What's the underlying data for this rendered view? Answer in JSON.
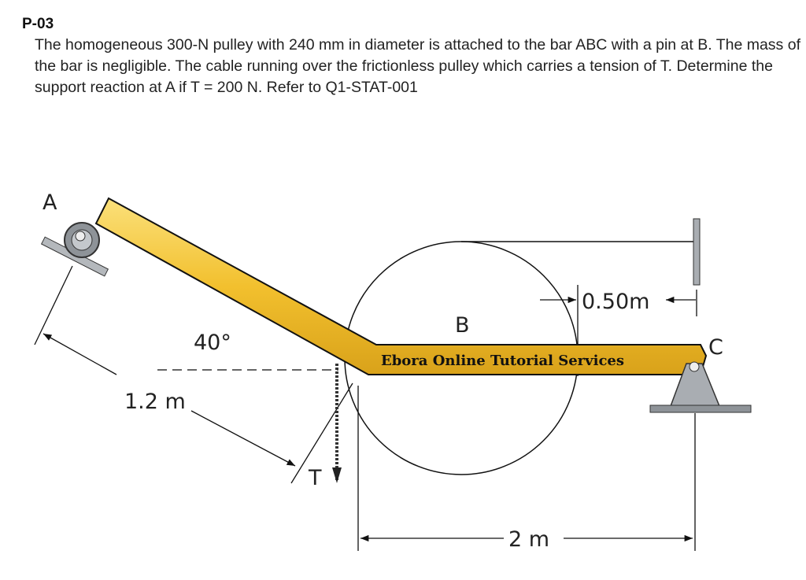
{
  "problem": {
    "id": "P-03",
    "statement": "The homogeneous 300-N pulley with 240 mm in diameter is attached to the bar ABC with a pin at B. The mass of the bar is negligible. The cable running over the frictionless pulley which carries a tension of T. Determine the support reaction at A if T = 200 N. Refer to Q1-STAT-001"
  },
  "diagram": {
    "label_a": "A",
    "label_b": "B",
    "label_c": "C",
    "label_t": "T",
    "angle": "40°",
    "dim_ab": "1.2 m",
    "dim_offset": "0.50m",
    "dim_span": "2 m",
    "watermark": "Ebora Online Tutorial Services",
    "colors": {
      "bar": "#f2c02e",
      "support": "#a9adb2",
      "line": "#111111"
    }
  }
}
